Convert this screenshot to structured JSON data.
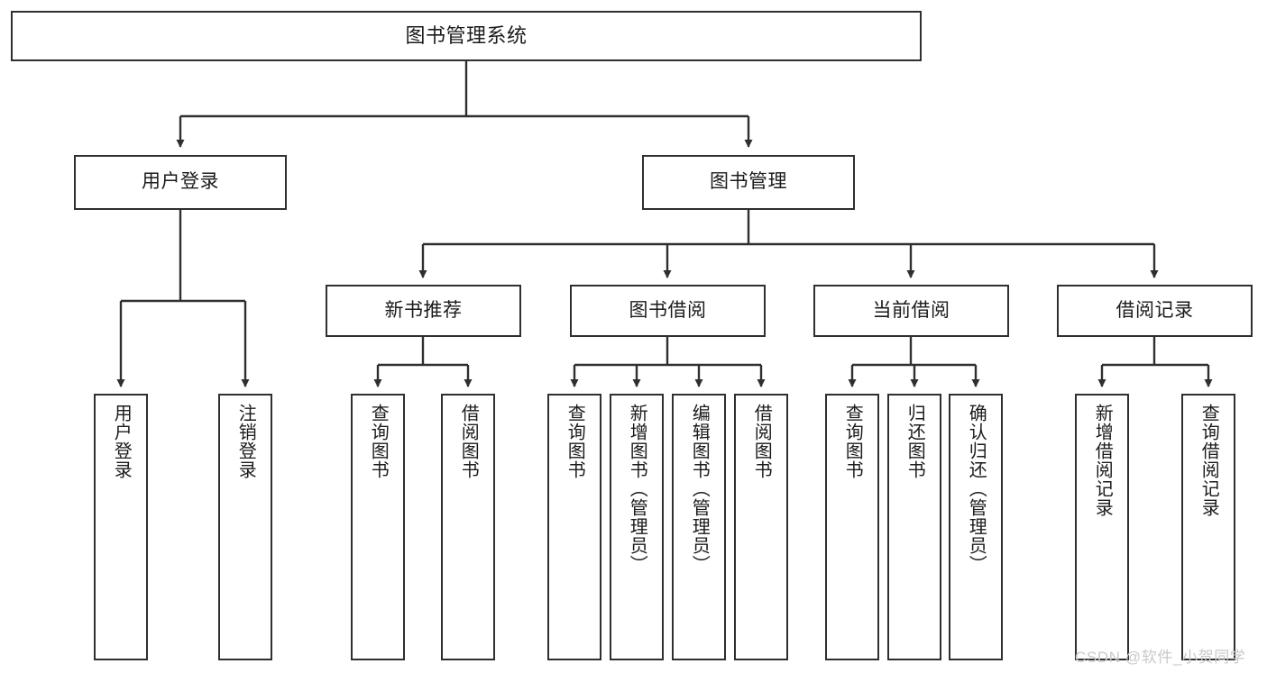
{
  "diagram": {
    "title": "图书管理系统",
    "type": "tree-hierarchy-diagram",
    "watermark": "CSDN @软件_小贺同学",
    "colors": {
      "node_border": "#2f2f2f",
      "node_fill": "#ffffff",
      "edge": "#2f2f2f",
      "text": "#1b1b1b",
      "watermark": "#c9c9c9",
      "background": "#ffffff"
    },
    "nodes": {
      "root": {
        "label": "图书管理系统"
      },
      "level2": [
        {
          "id": "user-login",
          "label": "用户登录"
        },
        {
          "id": "book-manage",
          "label": "图书管理"
        }
      ],
      "level3": [
        {
          "id": "new-book-recommend",
          "label": "新书推荐"
        },
        {
          "id": "book-borrow",
          "label": "图书借阅"
        },
        {
          "id": "current-borrow",
          "label": "当前借阅"
        },
        {
          "id": "borrow-record",
          "label": "借阅记录"
        }
      ],
      "leaves": {
        "user-login": [
          {
            "id": "leaf-user-login",
            "label": "用户登录"
          },
          {
            "id": "leaf-logout-login",
            "label": "注销登录"
          }
        ],
        "new-book-recommend": [
          {
            "id": "leaf-query-book-1",
            "label": "查询图书"
          },
          {
            "id": "leaf-borrow-book-1",
            "label": "借阅图书"
          }
        ],
        "book-borrow": [
          {
            "id": "leaf-query-book-2",
            "label": "查询图书"
          },
          {
            "id": "leaf-add-book",
            "label": "新增图书（管理员）"
          },
          {
            "id": "leaf-edit-book",
            "label": "编辑图书（管理员）"
          },
          {
            "id": "leaf-borrow-book-2",
            "label": "借阅图书"
          }
        ],
        "current-borrow": [
          {
            "id": "leaf-query-book-3",
            "label": "查询图书"
          },
          {
            "id": "leaf-return-book",
            "label": "归还图书"
          },
          {
            "id": "leaf-confirm-return",
            "label": "确认归还（管理员）"
          }
        ],
        "borrow-record": [
          {
            "id": "leaf-add-record",
            "label": "新增借阅记录"
          },
          {
            "id": "leaf-query-record",
            "label": "查询借阅记录"
          }
        ]
      }
    }
  }
}
